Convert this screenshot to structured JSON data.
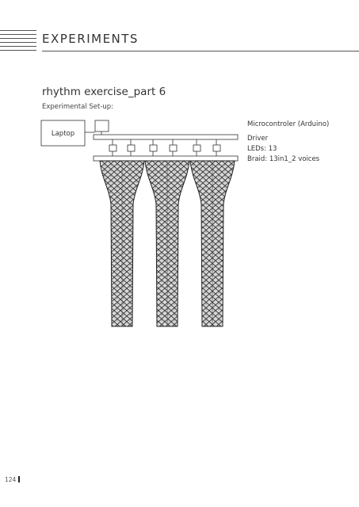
{
  "header": {
    "section": "EXPERIMENTS"
  },
  "experiment": {
    "title": "rhythm exercise_part 6",
    "subtitle": "Experimental Set-up:"
  },
  "setup": {
    "laptop_label": "Laptop",
    "legend": {
      "microcontroller": "Microcontroler (Arduino)",
      "driver": "Driver",
      "leds": "LEDs: 13",
      "braid": "Braid: 13in1_2 voices"
    },
    "led_count_shown": 6,
    "braid_count": 3
  },
  "footer": {
    "page_number": "124"
  }
}
